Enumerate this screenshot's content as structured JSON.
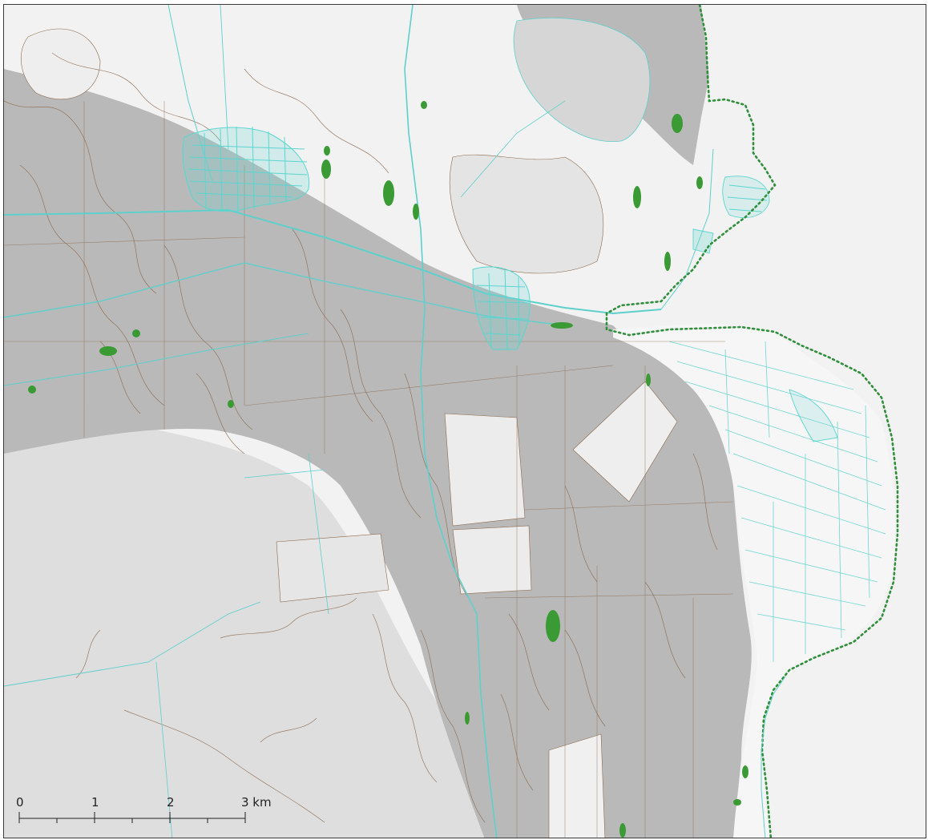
{
  "map": {
    "colors": {
      "background": "#f4f4f4",
      "outer_land": "#f0f0f0",
      "light_area": "#dcdcdc",
      "forest_block": "#b6b6b6",
      "contour_brown": "#8c6a4e",
      "road_cyan": "#5ed0cc",
      "settlement_cyan": "#5ad6d0",
      "boundary_green": "#2f8f3a",
      "green_patch": "#3a9a34",
      "frame": "#3a3a3a"
    },
    "layers": [
      "outer-land",
      "light-area",
      "forest-blocks",
      "contour-lines",
      "roads",
      "settlements",
      "green-patches",
      "protected-area-boundary"
    ]
  },
  "scalebar": {
    "labels": [
      "0",
      "1",
      "2",
      "3 km"
    ]
  }
}
